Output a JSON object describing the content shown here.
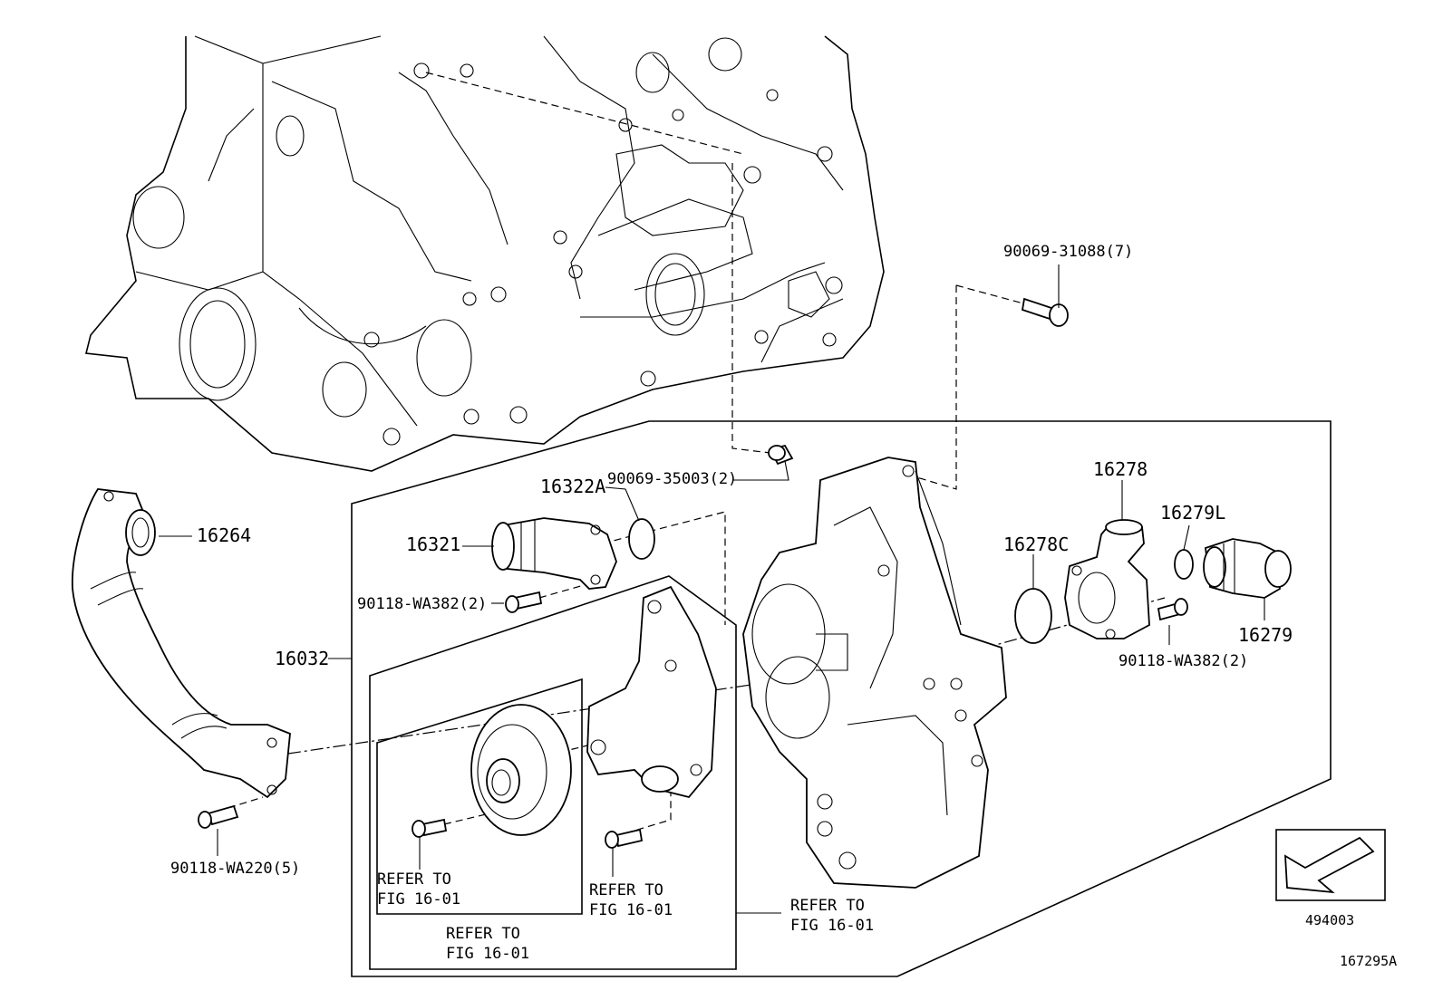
{
  "diagram": {
    "labels": {
      "bolt_top_right": "90069-31088(7)",
      "bush_top": "90069-35003(2)",
      "part_16322a": "16322A",
      "part_16321": "16321",
      "bolt_16321": "90118-WA382(2)",
      "part_16264": "16264",
      "part_16032": "16032",
      "part_16278": "16278",
      "part_16279l": "16279L",
      "part_16278c": "16278C",
      "part_16279": "16279",
      "bolt_right": "90118-WA382(2)",
      "bolt_pipe": "90118-WA220(5)",
      "refer_inner_1": "REFER TO",
      "refer_inner_2": "FIG 16-01",
      "refer_mid_1": "REFER TO",
      "refer_mid_2": "FIG 16-01",
      "refer_bottom_1": "REFER TO",
      "refer_bottom_2": "FIG 16-01",
      "refer_right_1": "REFER TO",
      "refer_right_2": "FIG 16-01",
      "front_ref_code": "494003",
      "illustration_code": "167295A"
    }
  }
}
